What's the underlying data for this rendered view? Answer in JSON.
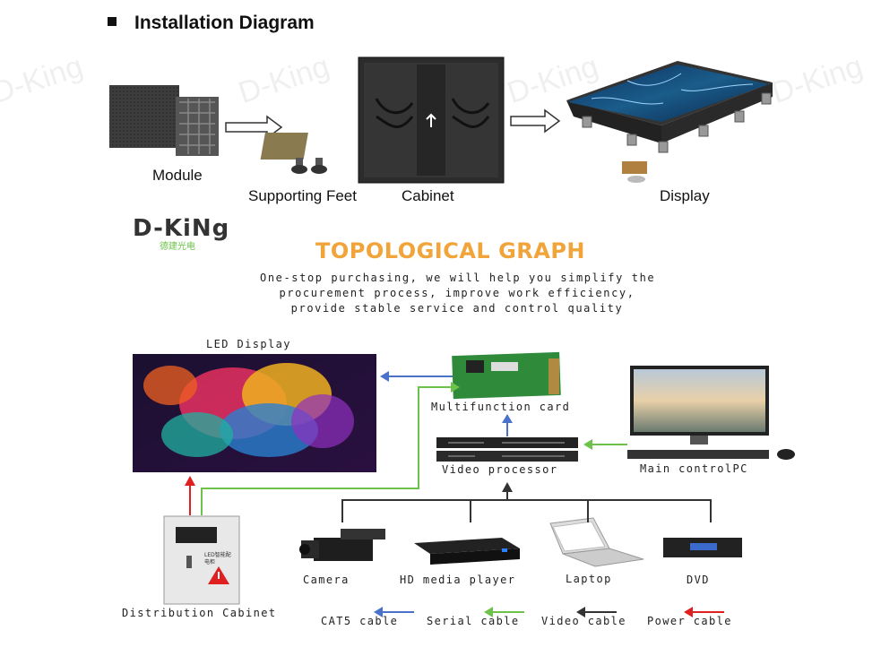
{
  "watermark": "D-King",
  "header": {
    "title": "Installation Diagram"
  },
  "installation": {
    "module": "Module",
    "supporting_feet": "Supporting Feet",
    "cabinet": "Cabinet",
    "display": "Display"
  },
  "logo": {
    "brand": "D-KiNg",
    "chinese": "德建光电"
  },
  "topology": {
    "title": "TOPOLOGICAL GRAPH",
    "subtitle": [
      "One-stop purchasing, we will help you simplify the",
      "procurement process, improve work efficiency,",
      "provide stable service and control quality"
    ]
  },
  "nodes": {
    "led_display": "LED Display",
    "multifunction_card": "Multifunction card",
    "video_processor": "Video processor",
    "main_pc": "Main controlPC",
    "distribution_cabinet": "Distribution Cabinet",
    "camera": "Camera",
    "hd_media_player": "HD media player",
    "laptop": "Laptop",
    "dvd": "DVD",
    "cabinet_label": "LED智能配电柜"
  },
  "legend": {
    "cat5": "CAT5 cable",
    "serial": "Serial cable",
    "video": "Video cable",
    "power": "Power cable"
  },
  "colors": {
    "cat5": "#4a72c8",
    "serial": "#6cc24a",
    "video": "#333333",
    "power": "#e02020",
    "topo_title": "#f0a43a"
  }
}
